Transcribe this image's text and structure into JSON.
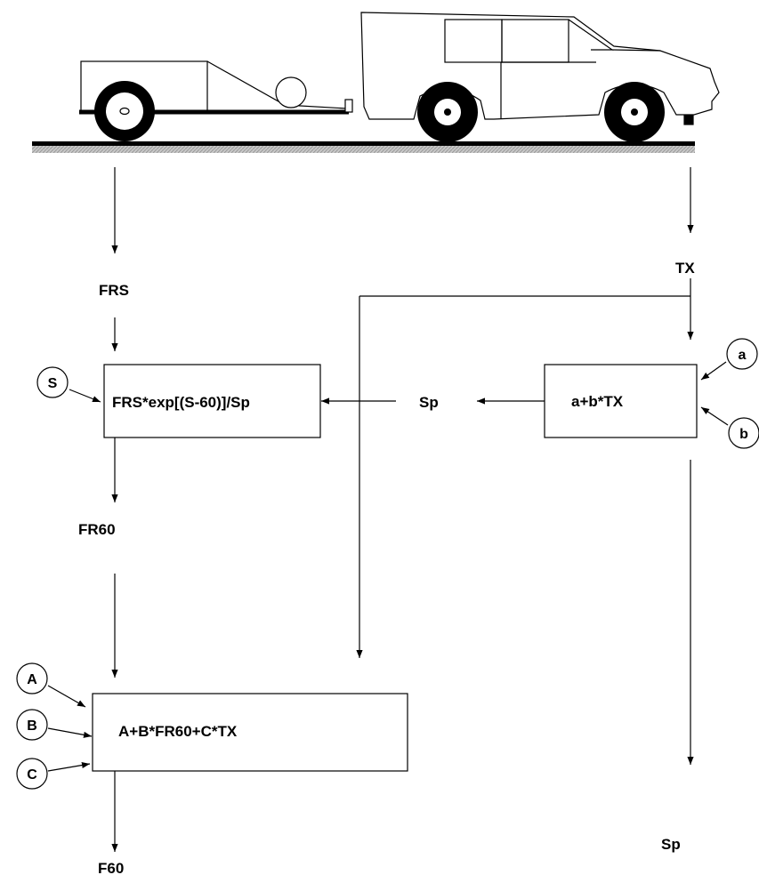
{
  "diagram": {
    "variables": {
      "frs": "FRS",
      "tx": "TX",
      "fr60": "FR60",
      "f60": "F60",
      "sp_left": "Sp",
      "sp_bottom": "Sp"
    },
    "boxes": {
      "speed_correction": "FRS*exp[(S-60)]/Sp",
      "speed_model": "a+b*TX",
      "f60_model": "A+B*FR60+C*TX"
    },
    "parameters": {
      "s": "S",
      "a": "a",
      "b": "b",
      "A": "A",
      "B": "B",
      "C": "C"
    }
  }
}
